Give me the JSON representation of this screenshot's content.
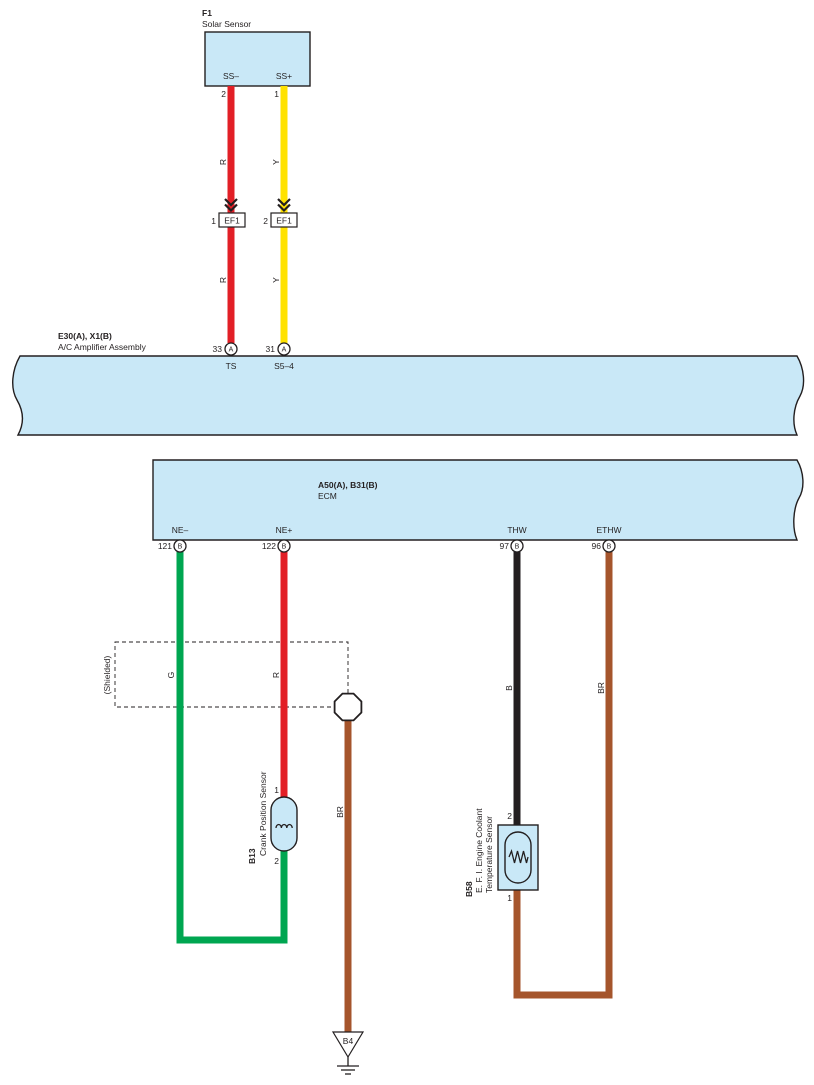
{
  "colors": {
    "component_fill": "#c9e8f7"
  },
  "solar_sensor": {
    "code": "F1",
    "name": "Solar Sensor",
    "pin_ss_minus": {
      "label": "SS–",
      "number": "2"
    },
    "pin_ss_plus": {
      "label": "SS+",
      "number": "1"
    }
  },
  "connector_ef1": {
    "label": "EF1",
    "pin_red": "1",
    "pin_yellow": "2"
  },
  "ac_amplifier": {
    "code": "E30(A), X1(B)",
    "name": "A/C Amplifier Assembly",
    "pin_ts": {
      "number": "33",
      "connector": "A",
      "label": "TS"
    },
    "pin_s5": {
      "number": "31",
      "connector": "A",
      "label": "S5–4"
    }
  },
  "ecm": {
    "code": "A50(A), B31(B)",
    "name": "ECM",
    "pins": [
      {
        "label": "NE–",
        "number": "121",
        "connector": "B"
      },
      {
        "label": "NE+",
        "number": "122",
        "connector": "B"
      },
      {
        "label": "THW",
        "number": "97",
        "connector": "B"
      },
      {
        "label": "ETHW",
        "number": "96",
        "connector": "B"
      }
    ]
  },
  "wires": {
    "ts": {
      "code": "R",
      "color": "#e21f26"
    },
    "s5": {
      "code": "Y",
      "color": "#ffe200"
    },
    "ne_minus": {
      "code": "G",
      "color": "#00a651"
    },
    "ne_plus": {
      "code": "R",
      "color": "#e21f26"
    },
    "shield_drain": {
      "code": "BR",
      "color": "#a5552c"
    },
    "thw": {
      "code": "B",
      "color": "#231f20"
    },
    "ethw": {
      "code": "BR",
      "color": "#a5552c"
    }
  },
  "shield": {
    "label": "(Shielded)",
    "ground_code": "B4"
  },
  "crank_position_sensor": {
    "code": "B13",
    "name": "Crank Position Sensor",
    "pin_top": "1",
    "pin_bottom": "2"
  },
  "coolant_temperature_sensor": {
    "code": "B58",
    "name_line1": "E. F. I. Engine Coolant",
    "name_line2": "Temperature Sensor",
    "pin_top": "2",
    "pin_bottom": "1"
  }
}
